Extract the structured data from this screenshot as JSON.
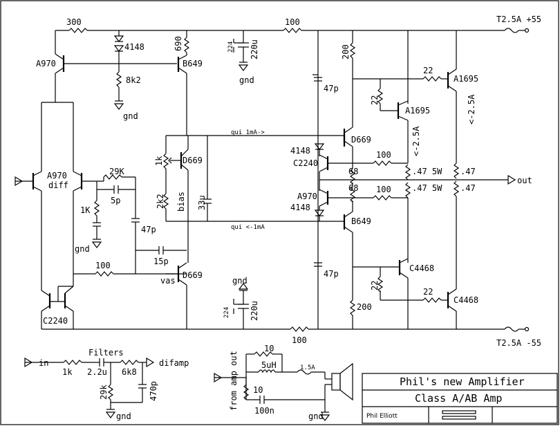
{
  "labels": {
    "r300": "300",
    "d4148a": "4148",
    "r690": "690",
    "r100top": "100",
    "t25p55": "T2.5A +55",
    "a970top": "A970",
    "b649top": "B649",
    "r8k2": "8k2",
    "gnd1": "gnd",
    "c224a": "224",
    "c220ua": "220u",
    "gnd2": "gnd",
    "r200top": "200",
    "c47pa": "47p",
    "r22a": "22",
    "a1695a": "A1695",
    "r22b": "22",
    "a1695b": "A1695",
    "i25a": "<-2.5A",
    "i25b": "<-2.5A",
    "qui1": "qui 1mA->",
    "d669a": "D669",
    "d4148b": "4148",
    "c2240a": "C2240",
    "r100a": "100",
    "r1k": "1k",
    "d669b": "D669",
    "r68a": "68",
    "r47a": ".47 5W",
    "r47c": ".47",
    "a970diff": "A970",
    "diff": "diff",
    "r29k": "29K",
    "out": "out",
    "c5p": "5p",
    "r2k2": "2k2",
    "bias": "bias",
    "c33u": "33u",
    "r68b": "68",
    "r100b": "100",
    "r47b": ".47 5W",
    "r47d": ".47",
    "a970b": "A970",
    "d4148c": "4148",
    "r1k2": "1K",
    "c47pb": "47p",
    "qui2": "qui <-1mA",
    "b649b": "B649",
    "gnd3": "gnd",
    "c15p": "15p",
    "r100c": "100",
    "vas": "vas",
    "d669c": "D669",
    "c47pc": "47p",
    "c4468a": "C4468",
    "r22c": "22",
    "gnd4": "gnd",
    "c224b": "224",
    "c220ub": "220u",
    "r200b": "200",
    "r22d": "22",
    "c4468b": "C4468",
    "c2240b": "C2240",
    "r100bot": "100",
    "t25m55": "T2.5A -55",
    "filters": "Filters",
    "in": "in",
    "r1kf": "1k",
    "c22u": "2.2u",
    "r6k8": "6k8",
    "difamp": "difamp",
    "r29kf": "29k",
    "c470p": "470p",
    "gnd5": "gnd",
    "r10a": "10",
    "l5uh": "5uH",
    "f15a": "1.5A",
    "from_amp_out": "from amp out",
    "r10b": "10",
    "c100n": "100n",
    "gnd6": "gnd"
  },
  "title_block": {
    "title": "Phil's new Amplifier",
    "subtitle": "Class A/AB Amp",
    "author": "Phil Elliott"
  }
}
